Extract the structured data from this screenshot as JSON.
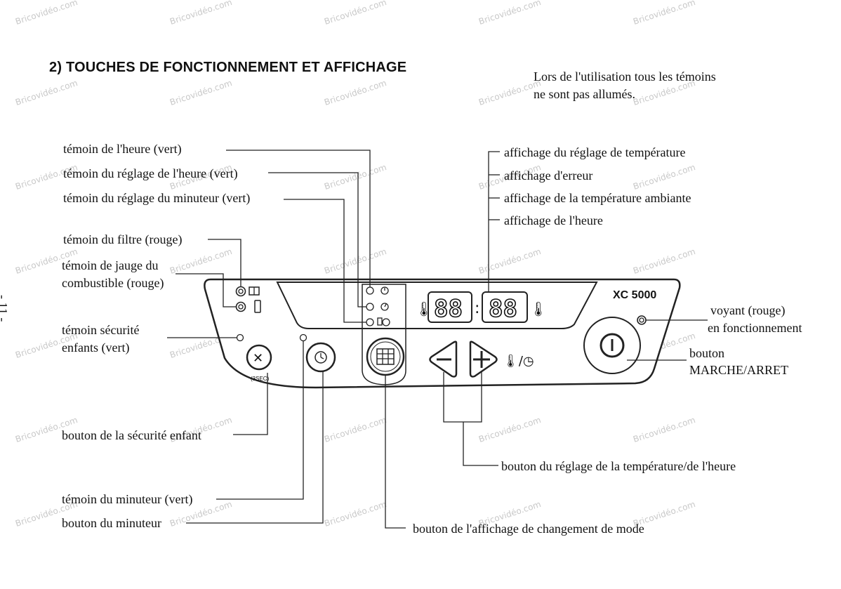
{
  "heading": "2) TOUCHES DE FONCTIONNEMENT ET AFFICHAGE",
  "note": {
    "line1": "Lors de l'utilisation tous les témoins",
    "line2": "ne sont pas allumés."
  },
  "page_number": "- 11 -",
  "watermark": "Bricovidéo.com",
  "panel": {
    "model": "XC 5000",
    "display_digits_left": "88",
    "display_digits_right": "88",
    "child_lock_caption": "(3SEC)"
  },
  "labels": {
    "temoin_heure": "témoin de l'heure (vert)",
    "temoin_reglage_heure": "témoin du réglage de l'heure (vert)",
    "temoin_reglage_minuteur": "témoin du réglage du minuteur (vert)",
    "temoin_filtre": "témoin du filtre (rouge)",
    "temoin_jauge_line1": "témoin de jauge du",
    "temoin_jauge_line2": "combustible (rouge)",
    "temoin_securite_line1": "témoin sécurité",
    "temoin_securite_line2": "enfants (vert)",
    "bouton_securite": "bouton de la sécurité enfant",
    "temoin_minuteur": "témoin du minuteur (vert)",
    "bouton_minuteur": "bouton du minuteur",
    "bouton_mode": "bouton de l'affichage de changement de mode",
    "bouton_reglage_temp": "bouton du réglage de la température/de l'heure",
    "affichage_reglage_temp": "affichage du réglage de température",
    "affichage_erreur": "affichage d'erreur",
    "affichage_temp_ambiante": "affichage de la température ambiante",
    "affichage_heure": "affichage de l'heure",
    "voyant_line1": "voyant (rouge)",
    "voyant_line2": "en fonctionnement",
    "bouton_marche_line1": "bouton",
    "bouton_marche_line2": "MARCHE/ARRET"
  }
}
